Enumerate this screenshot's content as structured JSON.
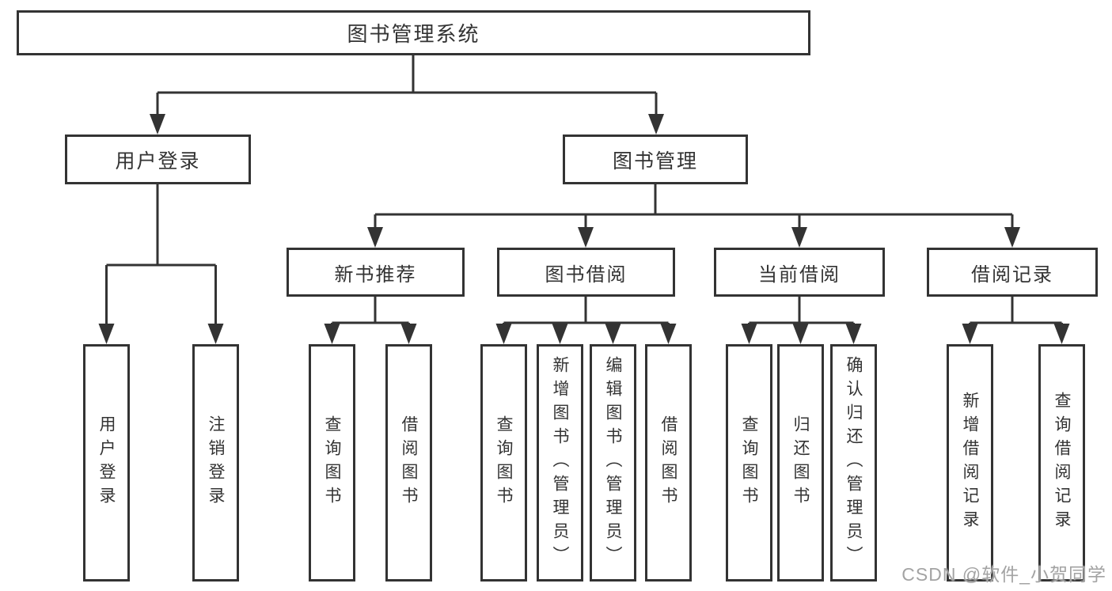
{
  "diagram": {
    "root": {
      "label": "图书管理系统"
    },
    "level2": [
      {
        "label": "用户登录"
      },
      {
        "label": "图书管理"
      }
    ],
    "level3": [
      {
        "label": "新书推荐"
      },
      {
        "label": "图书借阅"
      },
      {
        "label": "当前借阅"
      },
      {
        "label": "借阅记录"
      }
    ],
    "leaves": {
      "user_login": [
        {
          "label": "用户登录"
        },
        {
          "label": "注销登录"
        }
      ],
      "new_book_recommend": [
        {
          "label": "查询图书"
        },
        {
          "label": "借阅图书"
        }
      ],
      "book_borrow": [
        {
          "label": "查询图书"
        },
        {
          "label": "新增图书（管理员）"
        },
        {
          "label": "编辑图书（管理员）"
        },
        {
          "label": "借阅图书"
        }
      ],
      "current_borrow": [
        {
          "label": "查询图书"
        },
        {
          "label": "归还图书"
        },
        {
          "label": "确认归还（管理员）"
        }
      ],
      "borrow_records": [
        {
          "label": "新增借阅记录"
        },
        {
          "label": "查询借阅记录"
        }
      ]
    },
    "watermark": "CSDN @软件_小贺同学",
    "colors": {
      "line": "#333333",
      "text": "#333333",
      "box_fill": "#ffffff",
      "watermark": "#a3a3a3",
      "background": "#ffffff"
    }
  }
}
